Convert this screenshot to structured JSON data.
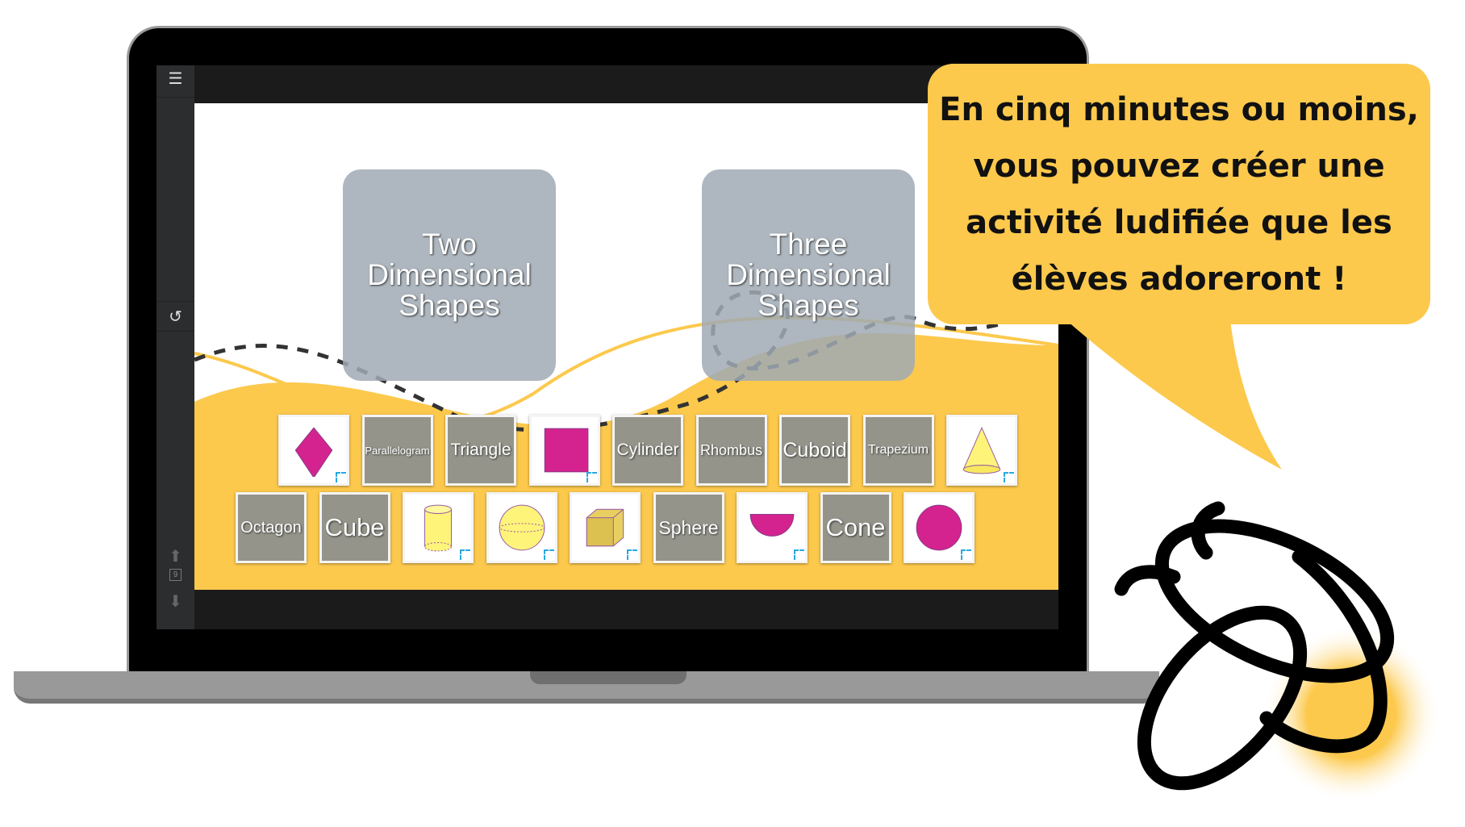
{
  "app": {
    "menu_icon": "hamburger-icon",
    "reset_icon": "reset-icon",
    "page_number": "9"
  },
  "categories": [
    "Two Dimensional Shapes",
    "Three Dimensional Shapes"
  ],
  "tiles_row1": [
    {
      "type": "image",
      "icon": "kite"
    },
    {
      "type": "word",
      "label": "Parallelogram",
      "size": 13
    },
    {
      "type": "word",
      "label": "Triangle",
      "size": 21
    },
    {
      "type": "image",
      "icon": "square"
    },
    {
      "type": "word",
      "label": "Cylinder",
      "size": 21
    },
    {
      "type": "word",
      "label": "Rhombus",
      "size": 18
    },
    {
      "type": "word",
      "label": "Cuboid",
      "size": 25
    },
    {
      "type": "word",
      "label": "Trapezium",
      "size": 16
    },
    {
      "type": "image",
      "icon": "cone"
    }
  ],
  "tiles_row2": [
    {
      "type": "word",
      "label": "Octagon",
      "size": 20
    },
    {
      "type": "word",
      "label": "Cube",
      "size": 31
    },
    {
      "type": "image",
      "icon": "cylinder"
    },
    {
      "type": "image",
      "icon": "sphere"
    },
    {
      "type": "image",
      "icon": "cube"
    },
    {
      "type": "word",
      "label": "Sphere",
      "size": 23
    },
    {
      "type": "image",
      "icon": "semicircle"
    },
    {
      "type": "word",
      "label": "Cone",
      "size": 31
    },
    {
      "type": "image",
      "icon": "circle"
    }
  ],
  "bubble": {
    "lines": [
      "En cinq minutes ou moins,",
      "vous pouvez créer une",
      "activité ludifiée que les",
      "élèves adoreront !"
    ]
  },
  "colors": {
    "yellow": "#fcc94d",
    "magenta": "#d4238e",
    "tile_gray": "#94948a",
    "category_gray": "#a0aab4"
  }
}
